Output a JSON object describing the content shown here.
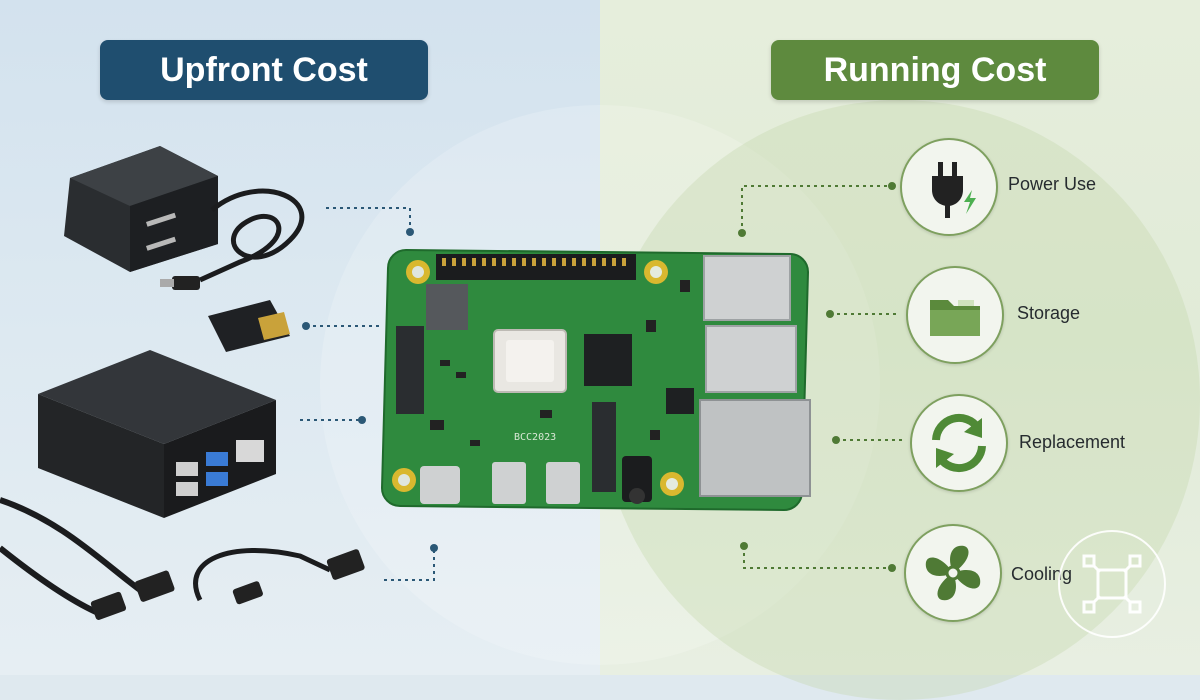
{
  "headers": {
    "upfront": "Upfront Cost",
    "running": "Running Cost"
  },
  "running_items": [
    {
      "label": "Power Use",
      "icon": "power-plug-icon"
    },
    {
      "label": "Storage",
      "icon": "folder-icon"
    },
    {
      "label": "Replacement",
      "icon": "refresh-icon"
    },
    {
      "label": "Cooling",
      "icon": "fan-icon"
    }
  ],
  "upfront_items": [
    {
      "icon": "power-adapter-icon"
    },
    {
      "icon": "microsd-card-icon"
    },
    {
      "icon": "case-icon"
    },
    {
      "icon": "hdmi-cable-icon"
    }
  ],
  "board_marking": "BCC2023",
  "colors": {
    "upfront_pill": "#1f4e6f",
    "running_pill": "#5e8a3e",
    "board_green": "#2f8a3e",
    "connector_left": "#1f4e6f",
    "connector_right": "#5e8a3e"
  }
}
